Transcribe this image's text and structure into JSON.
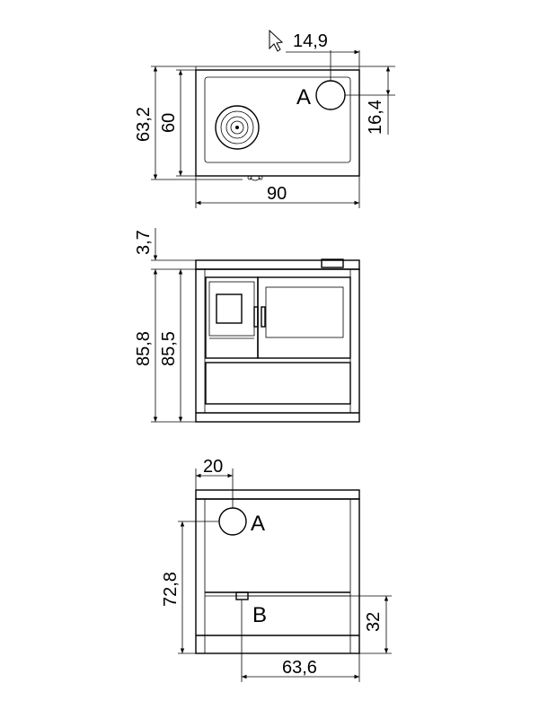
{
  "top_view": {
    "dims": {
      "width": "90",
      "depth_total": "63,2",
      "depth": "60",
      "port_x": "14,9",
      "port_y": "16,4"
    },
    "port_label": "A"
  },
  "front_view": {
    "dims": {
      "top": "3,7",
      "height_total": "85,8",
      "height": "85,5"
    }
  },
  "side_view": {
    "dims": {
      "port_a_x": "20",
      "port_a_height": "72,8",
      "port_b_height": "32",
      "depth": "63,6"
    },
    "port_a_label": "A",
    "port_b_label": "B"
  },
  "colors": {
    "stroke": "#000000",
    "background": "#ffffff"
  },
  "icons": [
    "mouse-pointer-icon"
  ]
}
